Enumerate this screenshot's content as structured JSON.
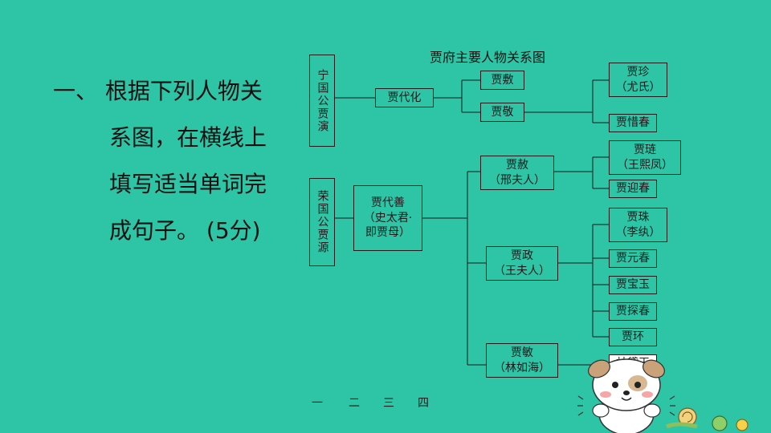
{
  "instruction": {
    "lines": [
      "一、 根据下列人物关",
      "系图，在横线上",
      "填写适当单词完",
      "成句子。 (5分)"
    ]
  },
  "diagram": {
    "title": "贾府主要人物关系图",
    "ningguo": "宁国公贾演",
    "rongguo": "荣国公贾源",
    "jia_daihua": "贾代化",
    "jia_fu": "贾敷",
    "jia_jing": "贾敬",
    "jia_zhen": {
      "name": "贾珍",
      "spouse": "（尤氏）"
    },
    "jia_xichun": "贾惜春",
    "jia_daishan": {
      "name": "贾代善",
      "spouse1": "（史太君·",
      "spouse2": "即贾母）"
    },
    "jia_she": {
      "name": "贾赦",
      "spouse": "（邢夫人）"
    },
    "jia_lian": {
      "name": "贾琏",
      "spouse": "（王熙凤）"
    },
    "jia_yingchun": "贾迎春",
    "jia_zheng": {
      "name": "贾政",
      "spouse": "（王夫人）"
    },
    "jia_zhu": {
      "name": "贾珠",
      "spouse": "（李纨）"
    },
    "jia_yuanchun": "贾元春",
    "jia_baoyu": "贾宝玉",
    "jia_tanchun": "贾探春",
    "jia_huan": "贾环",
    "jia_min": {
      "name": "贾敏",
      "spouse": "（林如海）"
    },
    "lin_daiyu": "林黛玉"
  },
  "nav": [
    "一",
    "二",
    "三",
    "四"
  ],
  "colors": {
    "background": "#2ec4a6",
    "line": "#1a1a1a"
  }
}
